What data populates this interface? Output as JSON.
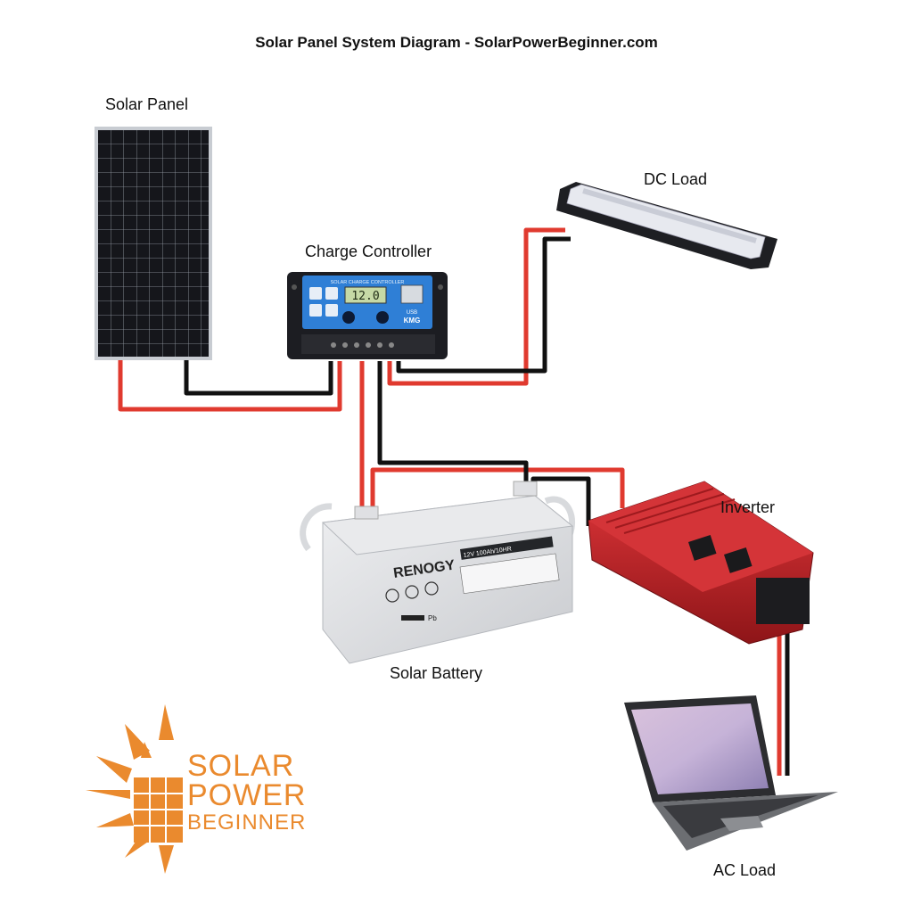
{
  "title": "Solar Panel System Diagram - SolarPowerBeginner.com",
  "components": {
    "solar_panel": "Solar Panel",
    "charge_controller": "Charge Controller",
    "dc_load": "DC Load",
    "inverter": "Inverter",
    "solar_battery": "Solar Battery",
    "ac_load": "AC Load"
  },
  "controller_screen": {
    "header": "SOLAR CHARGE CONTROLLER",
    "reading": "12.0",
    "usb_label": "USB",
    "brand": "KMG"
  },
  "battery_label": {
    "brand": "RENOGY",
    "spec": "12V 100Ah/10HR",
    "chem": "Pb"
  },
  "logo": {
    "line1": "SOLAR",
    "line2": "POWER",
    "line3": "BEGINNER"
  },
  "colors": {
    "positive_wire": "#e03a2f",
    "negative_wire": "#111111",
    "logo_orange": "#ea8a2e",
    "controller_blue": "#2f7fd6",
    "inverter_red": "#c8282b"
  }
}
